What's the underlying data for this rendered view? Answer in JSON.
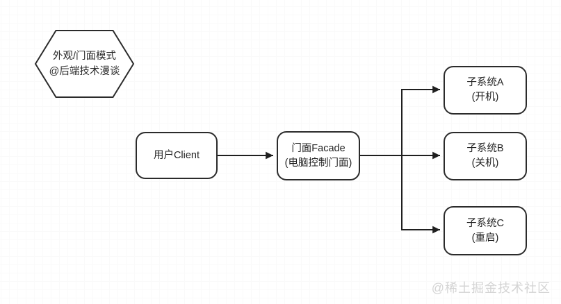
{
  "diagram": {
    "title_hexagon": {
      "line1": "外观/门面模式",
      "line2": "@后端技术漫谈"
    },
    "nodes": {
      "client": {
        "label": "用户Client"
      },
      "facade": {
        "line1": "门面Facade",
        "line2": "(电脑控制门面)"
      },
      "subsystem_a": {
        "line1": "子系统A",
        "line2": "(开机)"
      },
      "subsystem_b": {
        "line1": "子系统B",
        "line2": "(关机)"
      },
      "subsystem_c": {
        "line1": "子系统C",
        "line2": "(重启)"
      }
    },
    "edges": [
      {
        "from": "client",
        "to": "facade"
      },
      {
        "from": "facade",
        "to": "subsystem_a"
      },
      {
        "from": "facade",
        "to": "subsystem_b"
      },
      {
        "from": "facade",
        "to": "subsystem_c"
      }
    ],
    "colors": {
      "node_border": "#2b2b2b",
      "edge_stroke": "#1f1f1f",
      "grid_major": "#eaeaea",
      "grid_minor": "#fafafa",
      "watermark": "#d4d4d4",
      "background": "#ffffff"
    }
  },
  "watermark": {
    "text": "@稀土掘金技术社区"
  }
}
